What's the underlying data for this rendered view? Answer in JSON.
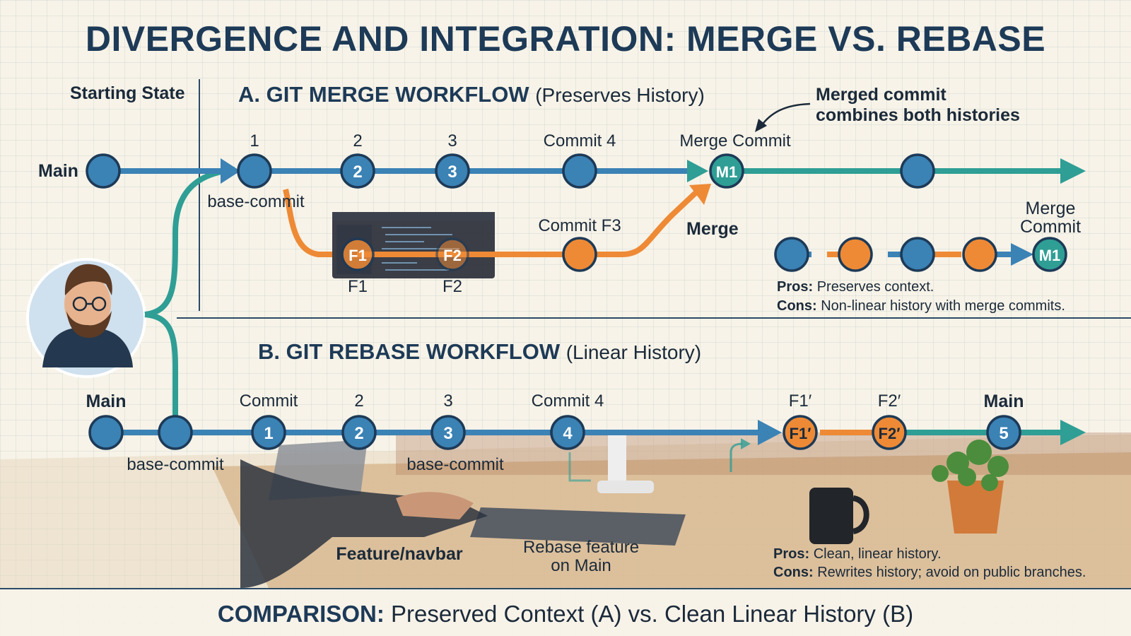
{
  "title": "DIVERGENCE AND INTEGRATION: MERGE VS. REBASE",
  "starting_state": "Starting State",
  "merge": {
    "title": "A. GIT MERGE WORKFLOW",
    "subtitle": "(Preserves History)",
    "main_label": "Main",
    "commit_labels": [
      "1",
      "2",
      "3",
      "Commit 4"
    ],
    "merge_commit_label": "Merge Commit",
    "callout": "Merged commit\ncombines both histories",
    "base_commit": "base-commit",
    "feature_labels": [
      "F1",
      "F2"
    ],
    "commit_f3": "Commit F3",
    "merge_label": "Merge",
    "node_2": "2",
    "node_3": "3",
    "node_f1": "F1",
    "node_f2": "F2",
    "node_m1": "M1",
    "summary_label": "Merge\nCommit",
    "summary_node": "M1",
    "pros_label": "Pros:",
    "pros": "Preserves context.",
    "cons_label": "Cons:",
    "cons": "Non-linear history with merge commits."
  },
  "rebase": {
    "title": "B. GIT REBASE WORKFLOW",
    "subtitle": "(Linear History)",
    "main_label": "Main",
    "main_label_end": "Main",
    "commit_labels": [
      "Commit",
      "2",
      "3",
      "Commit 4"
    ],
    "base_commit_1": "base-commit",
    "base_commit_2": "base-commit",
    "rebased_labels": [
      "F1′",
      "F2′"
    ],
    "nodes": [
      "1",
      "2",
      "3",
      "4"
    ],
    "node_f1": "F1′",
    "node_f2": "F2′",
    "node_5": "5",
    "feature_branch": "Feature/navbar",
    "rebase_note": "Rebase feature\non Main",
    "pros_label": "Pros:",
    "pros": "Clean, linear history.",
    "cons_label": "Cons:",
    "cons": "Rewrites history; avoid on public branches."
  },
  "footer": {
    "label": "COMPARISON:",
    "text": "Preserved Context (A) vs. Clean Linear History (B)"
  },
  "colors": {
    "main": "#3b82b5",
    "feature": "#ee8a35",
    "merged": "#2f9e95",
    "node_stroke": "#1d3a57"
  }
}
